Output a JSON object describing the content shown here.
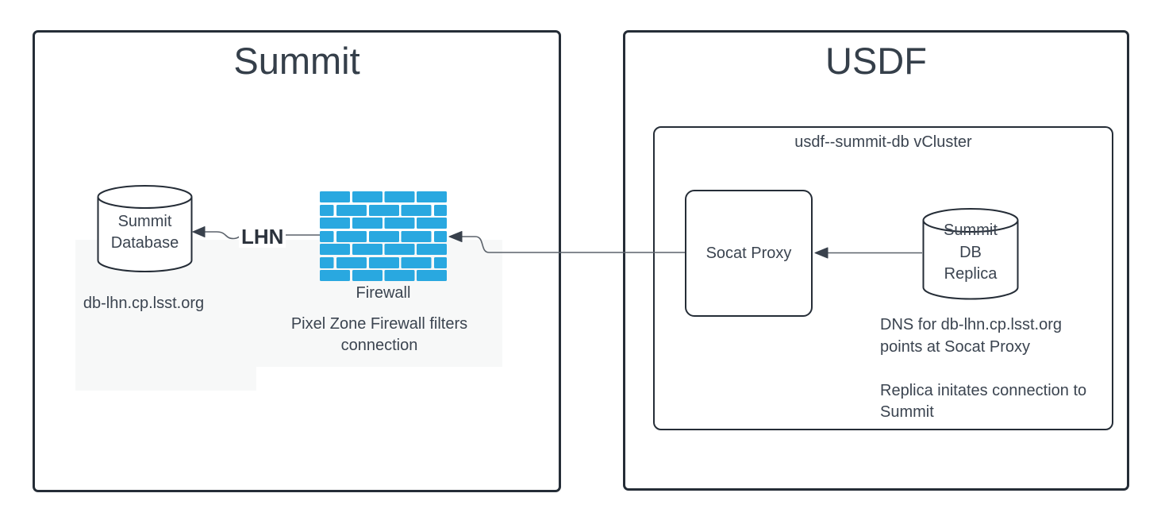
{
  "summit": {
    "title": "Summit",
    "database": {
      "label_lines": [
        "Summit",
        "Database"
      ],
      "caption": "db-lhn.cp.lsst.org"
    },
    "firewall": {
      "label": "Firewall",
      "note_lines": [
        "Pixel Zone Firewall filters",
        "connection"
      ]
    },
    "lhn_label": "LHN"
  },
  "usdf": {
    "title": "USDF",
    "vcluster": {
      "label": "usdf--summit-db vCluster"
    },
    "socat": {
      "label": "Socat Proxy"
    },
    "replica": {
      "label_lines": [
        "Summit",
        "DB",
        "Replica"
      ]
    },
    "notes": [
      "DNS for db-lhn.cp.lsst.org",
      "points at Socat Proxy",
      "",
      "Replica initates connection to",
      "Summit"
    ]
  },
  "colors": {
    "brick": "#29a8e0",
    "stroke": "#252d37",
    "text": "#3b4450",
    "line": "#5b626b",
    "arrow": "#39414c"
  }
}
